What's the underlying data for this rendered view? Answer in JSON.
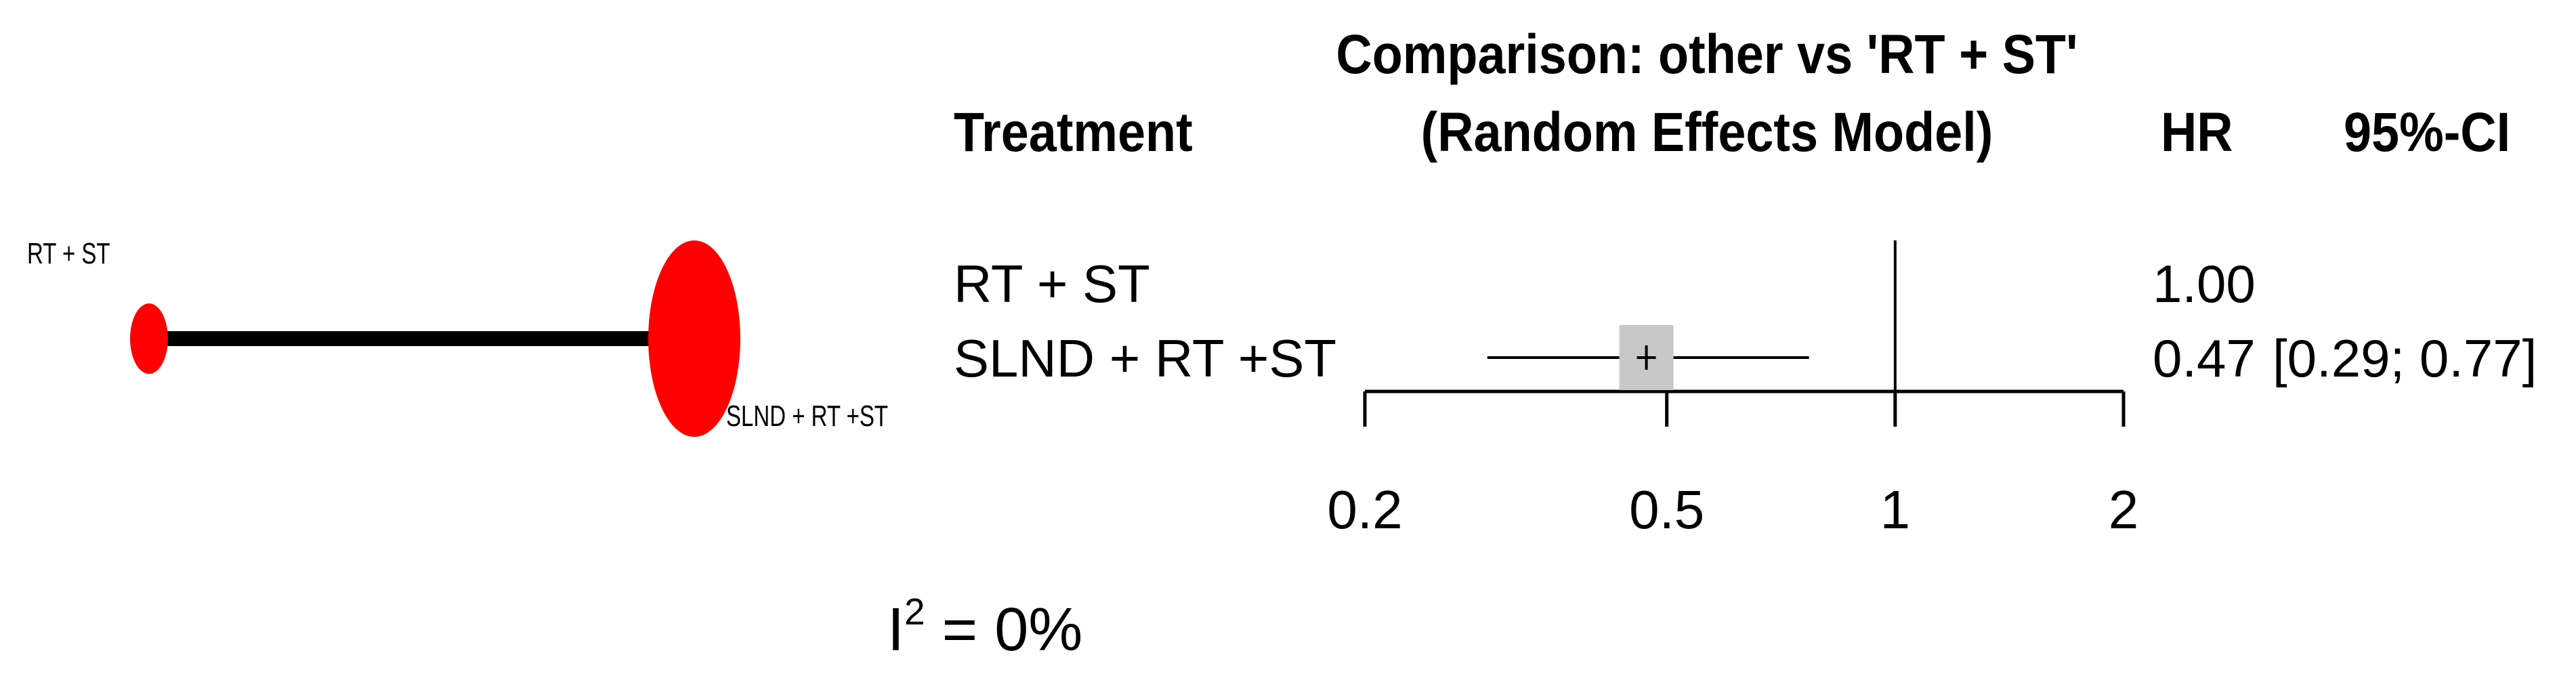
{
  "network": {
    "nodes": [
      {
        "name": "RT + ST",
        "size": "small"
      },
      {
        "name": "SLND + RT +ST",
        "size": "large"
      }
    ],
    "edge": [
      "RT + ST",
      "SLND + RT +ST"
    ],
    "node_color": "#ff0000",
    "edge_color": "#000000"
  },
  "heterogeneity": {
    "label": "I",
    "sup": "2",
    "value": "= 0%"
  },
  "forest": {
    "header": {
      "treatment": "Treatment",
      "title_line1": "Comparison: other vs 'RT + ST'",
      "title_line2": "(Random Effects Model)",
      "hr": "HR",
      "ci": "95%-CI"
    },
    "square_color": "#c8c8c8"
  },
  "chart_data": {
    "type": "forest",
    "scale": "log",
    "xlim": [
      0.2,
      2
    ],
    "ticks": [
      0.2,
      0.5,
      1,
      2
    ],
    "reference": 1,
    "rows": [
      {
        "treatment": "RT + ST",
        "hr": 1.0,
        "lower": null,
        "upper": null,
        "hr_text": "1.00",
        "ci_text": ""
      },
      {
        "treatment": "SLND + RT +ST",
        "hr": 0.47,
        "lower": 0.29,
        "upper": 0.77,
        "hr_text": "0.47",
        "ci_text": "[0.29; 0.77]"
      }
    ]
  }
}
